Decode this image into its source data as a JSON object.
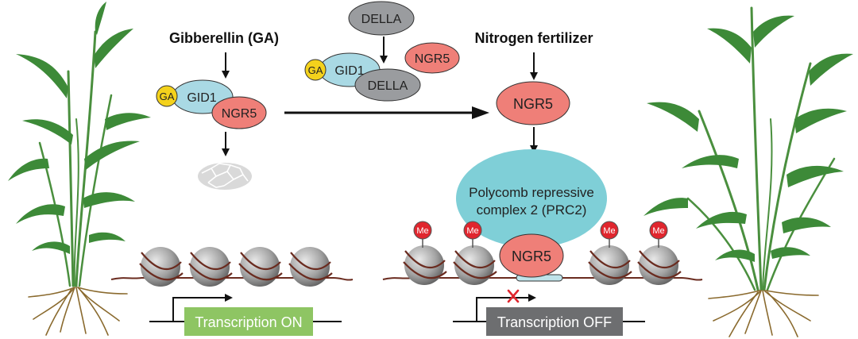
{
  "labels": {
    "gibberellin": "Gibberellin (GA)",
    "nitrogen": "Nitrogen fertilizer",
    "ga": "GA",
    "gid1": "GID1",
    "ngr5": "NGR5",
    "della": "DELLA",
    "prc2_line1": "Polycomb repressive",
    "prc2_line2": "complex 2 (PRC2)",
    "me": "Me",
    "transcription_on": "Transcription ON",
    "transcription_off": "Transcription OFF"
  },
  "colors": {
    "ga": "#f4d21c",
    "gid1": "#a9d9e4",
    "ngr5": "#ef7f78",
    "della": "#9a9c9f",
    "prc2": "#7fcfd7",
    "me": "#e0262e",
    "transcription_on": "#8ec563",
    "transcription_off": "#6d6e70",
    "plant": "#3f8a3c",
    "root": "#8a6a2e",
    "dna": "#6a2b1f"
  }
}
